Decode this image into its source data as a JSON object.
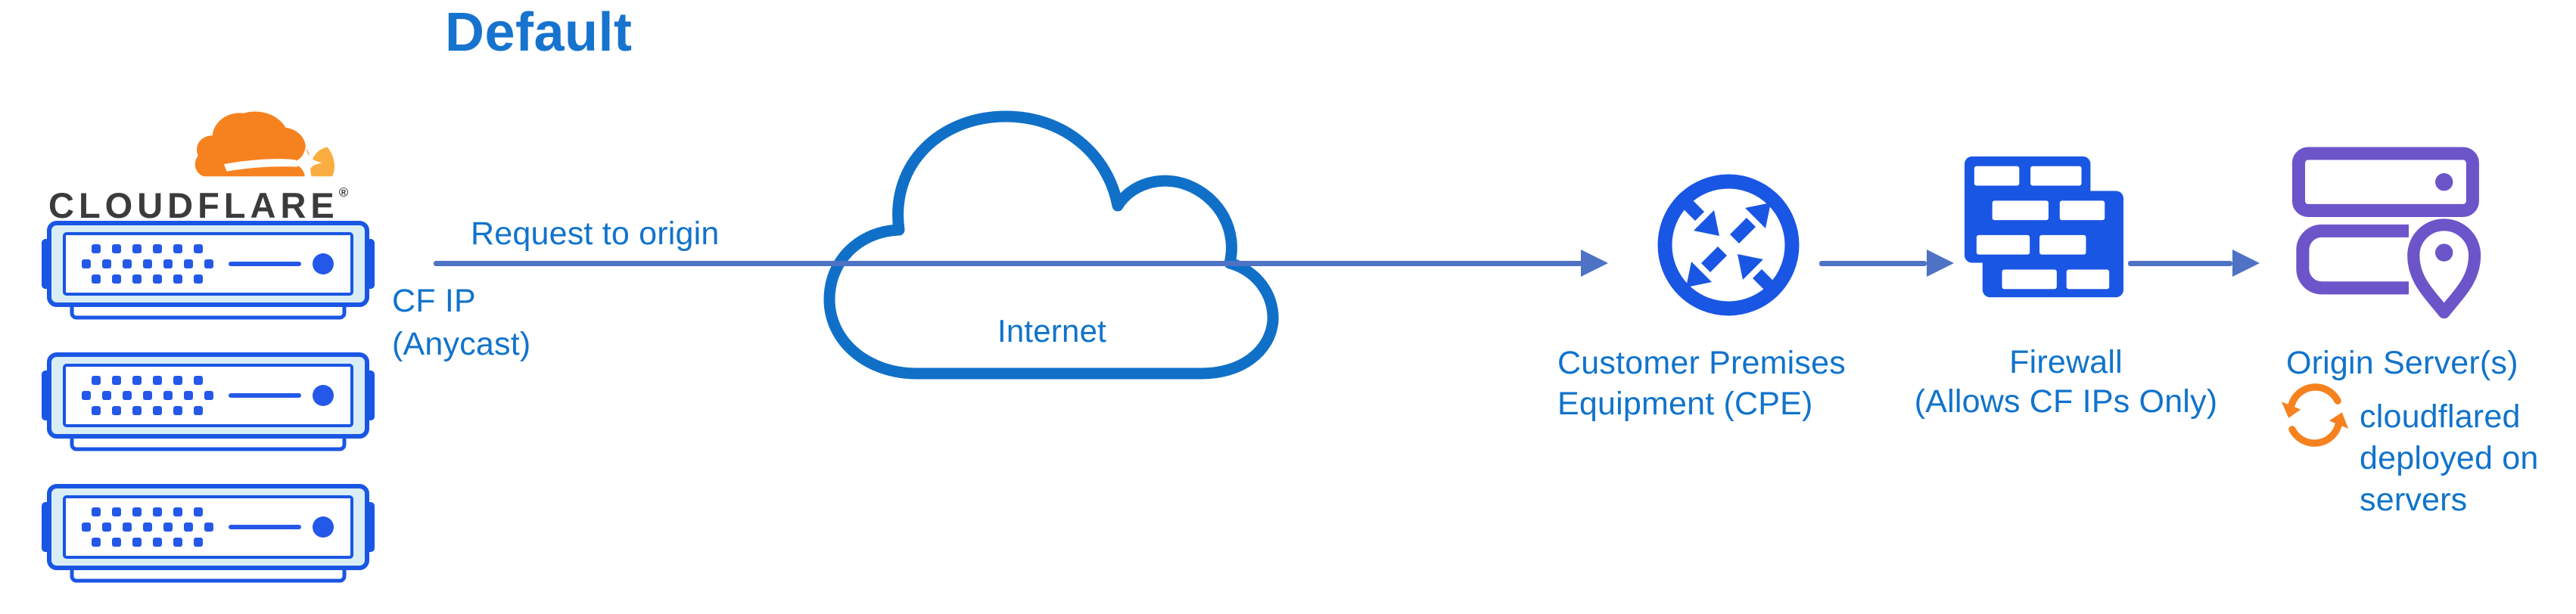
{
  "title": "Default",
  "logo": {
    "wordmark": "CLOUDFLARE",
    "registered": "®"
  },
  "labels": {
    "request_to_origin": "Request to origin",
    "cf_ip_line1": "CF IP",
    "cf_ip_line2": "(Anycast)",
    "internet": "Internet",
    "cpe_line1": "Customer Premises",
    "cpe_line2": "Equipment (CPE)",
    "firewall_line1": "Firewall",
    "firewall_line2": "(Allows CF IPs Only)",
    "origin": "Origin Server(s)",
    "cloudflared_line1": "cloudflared",
    "cloudflared_line2": "deployed on",
    "cloudflared_line3": "servers"
  },
  "icons": {
    "cloudflare_logo": "cloudflare-cloud-logo",
    "edge_server": "server-rack-unit",
    "internet": "cloud-outline",
    "cpe": "router-circle-arrows",
    "firewall": "brick-wall",
    "origin_server": "stacked-servers-with-location-pin",
    "cloudflared": "sync-arrows"
  },
  "colors": {
    "label_blue": "#1173cb",
    "title_blue": "#1673ce",
    "icon_blue": "#1a56e4",
    "arrow_slate": "#4e72c4",
    "server_fill": "#d9edf4",
    "origin_purple": "#6b55c9",
    "brand_orange": "#f6821f",
    "brand_orange_light": "#fbad41",
    "wordmark_ink": "#3b3b3d"
  }
}
